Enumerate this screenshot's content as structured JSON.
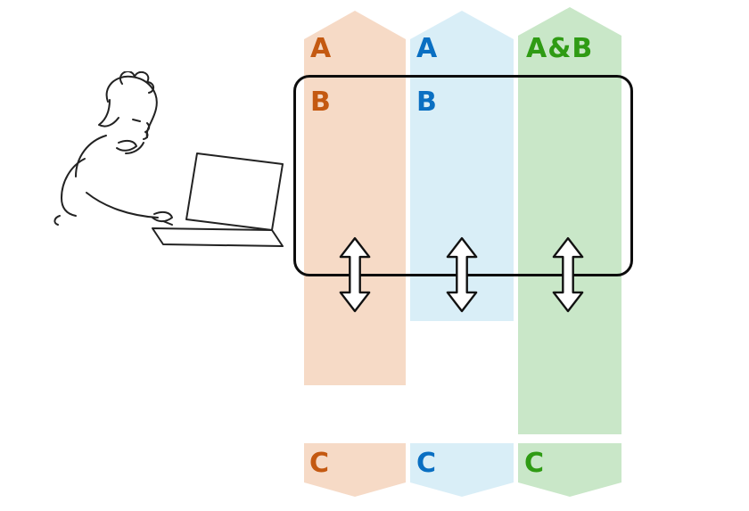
{
  "page": {
    "background": "#ffffff"
  },
  "illustration": {
    "name": "person-thinking-at-laptop"
  },
  "box": {
    "name": "focus-selection-box",
    "stroke": "#0d0d0d"
  },
  "icons": {
    "vertical_double_arrow": "double-headed-vertical-arrow"
  },
  "columns": [
    {
      "key": "orange",
      "fill": "#f6dac6",
      "text_color": "#c45911",
      "top_label": "A",
      "mid_label": "B",
      "bottom_label": "C"
    },
    {
      "key": "blue",
      "fill": "#d9eef7",
      "text_color": "#0a6fc2",
      "top_label": "A",
      "mid_label": "B",
      "bottom_label": "C"
    },
    {
      "key": "green",
      "fill": "#c9e7c8",
      "text_color": "#2f9b14",
      "top_label": "A&B",
      "mid_label": "",
      "bottom_label": "C"
    }
  ]
}
